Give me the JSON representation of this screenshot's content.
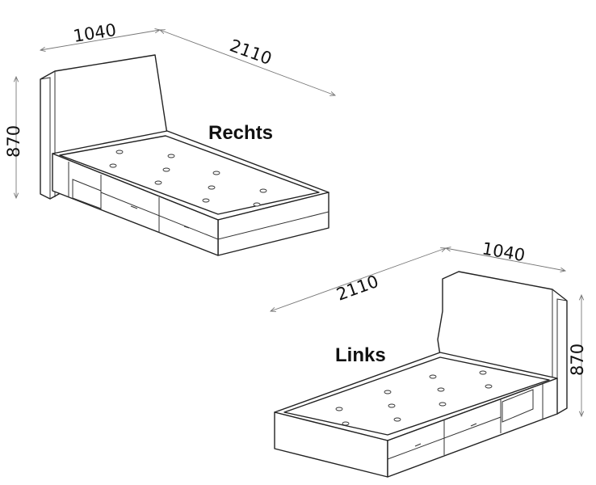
{
  "beds": [
    {
      "label": "Rechts",
      "width": "1040",
      "length": "2110",
      "height": "870"
    },
    {
      "label": "Links",
      "width": "1040",
      "length": "2110",
      "height": "870"
    }
  ]
}
